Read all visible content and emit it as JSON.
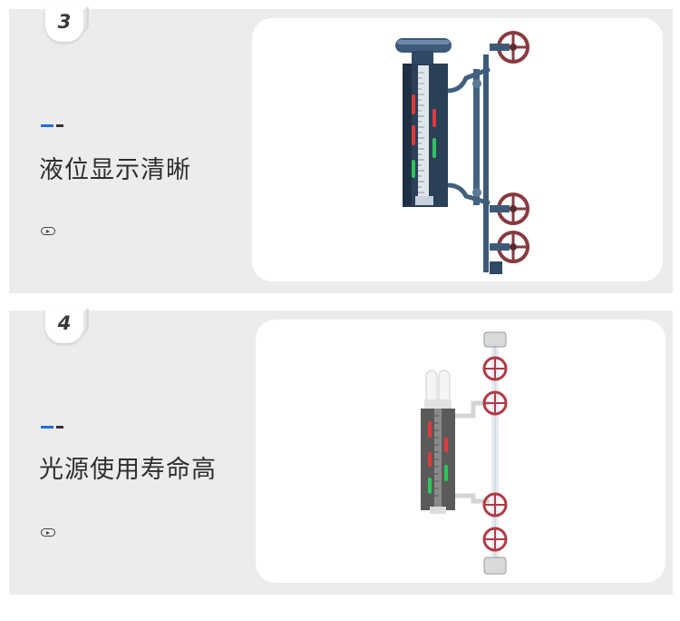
{
  "sections": [
    {
      "number": "3",
      "title": "液位显示清晰",
      "image_icon": "bypass-level-gauge-with-handwheel-valves"
    },
    {
      "number": "4",
      "title": "光源使用寿命高",
      "image_icon": "led-magnetic-level-gauge-front-view"
    }
  ],
  "colors": {
    "panel_bg": "#ececec",
    "accent_blue": "#1e6fd9",
    "accent_dark": "#333333",
    "title_text": "#2e2e2e"
  }
}
